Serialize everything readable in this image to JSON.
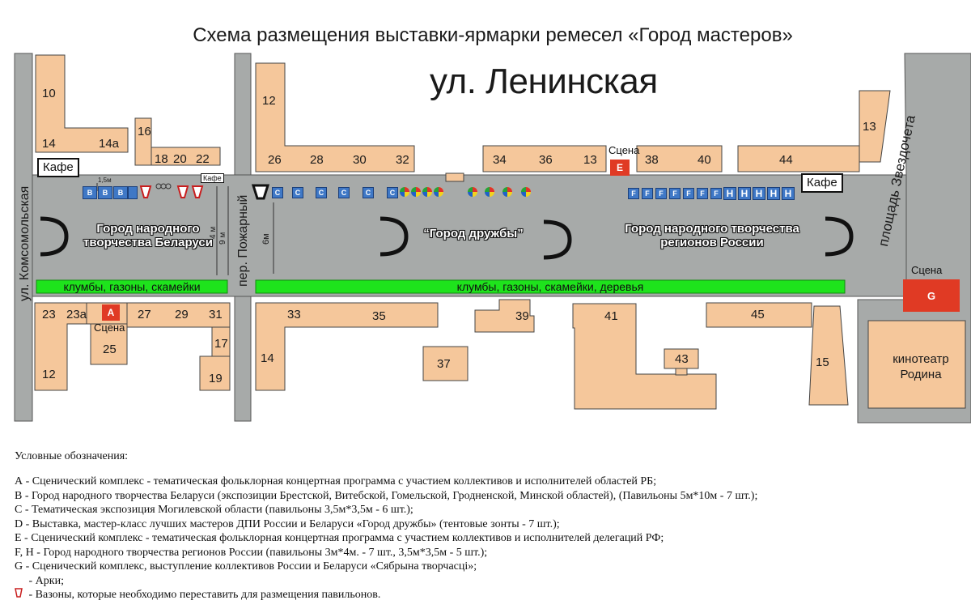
{
  "title": "Схема размещения выставки-ярмарки ремесел «Город мастеров»",
  "streets": {
    "leninskaya": "ул. Ленинская",
    "komsomolskaya": "ул. Комсомольская",
    "pozharny": "пер. Пожарный",
    "zvezdocheta": "площадь Звездочета"
  },
  "buildings": {
    "b10": "10",
    "b14": "14",
    "b14a": "14а",
    "b16": "16",
    "b18": "18",
    "b20": "20",
    "b22": "22",
    "b12n": "12",
    "b26": "26",
    "b28": "28",
    "b30": "30",
    "b32": "32",
    "b34": "34",
    "b36": "36",
    "b13a": "13",
    "b38": "38",
    "b40": "40",
    "b44": "44",
    "b13b": "13",
    "b23": "23",
    "b23a": "23а",
    "b27": "27",
    "b29": "29",
    "b31": "31",
    "b25": "25",
    "b12s": "12",
    "b17": "17",
    "b19": "19",
    "b33": "33",
    "b35": "35",
    "b14s": "14",
    "b37": "37",
    "b39": "39",
    "b41": "41",
    "b43": "43",
    "b45": "45",
    "b15": "15",
    "cinema": "кинотеатр Родина"
  },
  "cafes": {
    "c1": "Кафе",
    "c2": "Кафе",
    "c3": "Кафе"
  },
  "stages": {
    "a_letter": "A",
    "a_label": "Сцена",
    "e_letter": "E",
    "e_label": "Сцена",
    "g_letter": "G",
    "g_label": "Сцена"
  },
  "zones": {
    "belarus": "Город народного творчества Беларуси",
    "friendship": "“Город дружбы”",
    "russia": "Город народного творчества регионов России"
  },
  "green": {
    "left": "клумбы, газоны, скамейки",
    "right": "клумбы, газоны, скамейки, деревья"
  },
  "dimensions": {
    "d1": "1,5м",
    "d2": "4 м",
    "d3": "9 м",
    "d4": "6м"
  },
  "pavilion_letters": {
    "b": "B",
    "c": "C",
    "f": "F",
    "h": "H"
  },
  "legend": {
    "heading": "Условные обозначения:",
    "items": [
      "А - Сценический комплекс - тематическая фольклорная концертная программа с участием коллективов и исполнителей областей РБ;",
      "В - Город народного творчества Беларуси (экспозиции Брестской, Витебской, Гомельской, Гродненской, Минской областей), (Павильоны 5м*10м - 7 шт.);",
      "С - Тематическая экспозиция Могилевской области (павильоны 3,5м*3,5м  - 6 шт.);",
      "D - Выставка, мастер-класс лучших мастеров ДПИ России и Беларуси «Город дружбы» (тентовые зонты - 7 шт.);",
      "Е - Сценический комплекс - тематическая фольклорная концертная программа с участием коллективов и исполнителей делегаций РФ;",
      "F, H - Город народного творчества регионов России (павильоны 3м*4м. - 7 шт., 3,5м*3,5м - 5 шт.);",
      "G - Сценический комплекс, выступление коллективов России и Беларуси «Сябрына творчасці»;"
    ],
    "arch_label": "- Арки;",
    "vase_label": "- Вазоны, которые необходимо переставить для размещения павильонов."
  },
  "colors": {
    "road": "#a7aaa9",
    "building": "#f5c79b",
    "green": "#1ee31c",
    "stage": "#e03a24",
    "pavilion": "#3f78c6"
  }
}
